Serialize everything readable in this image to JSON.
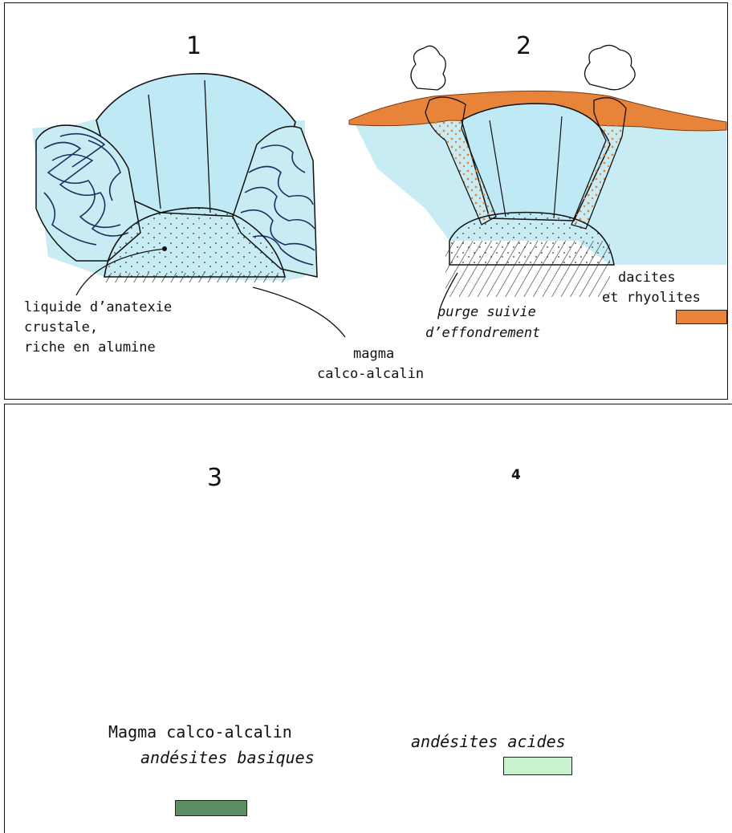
{
  "panel_top": {
    "stage1_number": "1",
    "stage2_number": "2",
    "label_anatexis_line1": "liquide d’anatexie",
    "label_anatexis_line2": "crustale,",
    "label_anatexis_line3": "riche en alumine",
    "label_magma_line1": "magma",
    "label_magma_line2": "calco-alcalin",
    "label_purge_line1": "purge suivie",
    "label_purge_line2": "d’effondrement",
    "legend_dacites_line1": "dacites",
    "legend_dacites_line2": "et rhyolites",
    "legend_dacites_color": "#e8833a"
  },
  "panel_bottom": {
    "stage3_number": "3",
    "stage4_number": "4",
    "label_magma_calco": "Magma calco-alcalin",
    "legend_basiques": "andésites basiques",
    "legend_acides": "andésites acides",
    "legend_basiques_color": "#5b8f63",
    "legend_acides_color": "#c9f3cf"
  },
  "colors": {
    "crust_blue": "#c8ecf4",
    "rock_blue": "#bfe9f4",
    "orange": "#e8833a",
    "dark_green": "#5b8f63",
    "light_green": "#c9f3cf"
  }
}
